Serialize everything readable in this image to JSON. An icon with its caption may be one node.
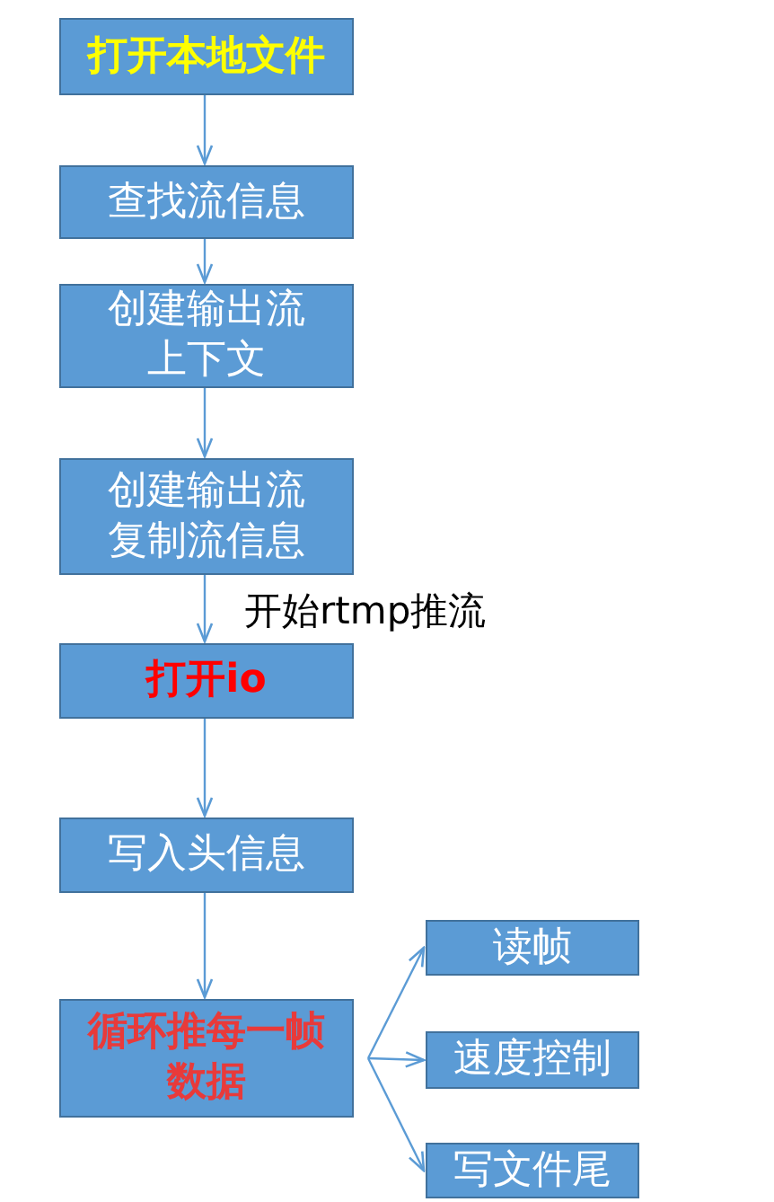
{
  "diagram": {
    "nodes": [
      {
        "text": [
          "打开本地文件"
        ]
      },
      {
        "text": [
          "查找流信息"
        ]
      },
      {
        "text": [
          "创建输出流上下文"
        ]
      },
      {
        "text": [
          "创建输出流复制流信息"
        ]
      },
      {
        "text": [
          "打开io"
        ]
      },
      {
        "text": [
          "写入头信息"
        ]
      },
      {
        "text": [
          "循环推每一帧数据"
        ]
      },
      {
        "text": [
          "读帧"
        ]
      },
      {
        "text": [
          "速度控制"
        ]
      },
      {
        "text": [
          "写文件尾"
        ]
      }
    ],
    "edges": [
      {
        "from": 0,
        "to": 1,
        "arrow": "to"
      },
      {
        "from": 1,
        "to": 2,
        "arrow": "to"
      },
      {
        "from": 2,
        "to": 3,
        "arrow": "to"
      },
      {
        "from": 3,
        "to": 4,
        "arrow": "to",
        "label": "开始rtmp推流"
      },
      {
        "from": 4,
        "to": 5,
        "arrow": "to"
      },
      {
        "from": 5,
        "to": 6,
        "arrow": "to"
      },
      {
        "from": 6,
        "to": 7,
        "arrow": "to"
      },
      {
        "from": 6,
        "to": 8,
        "arrow": "to"
      },
      {
        "from": 6,
        "to": 9,
        "arrow": "to"
      }
    ]
  }
}
